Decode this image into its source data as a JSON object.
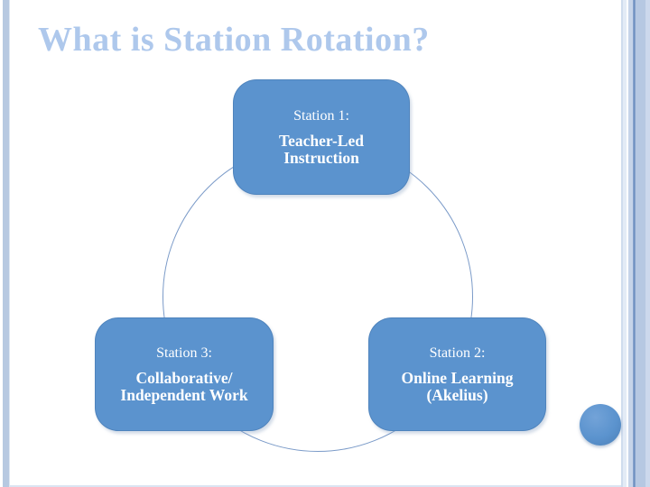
{
  "slide": {
    "title": "What is Station Rotation?"
  },
  "theme": {
    "title_color": "#aec8ec",
    "box_fill": "#5b93ce",
    "box_text_color": "#ffffff",
    "ring_stroke_color": "#7a9ac8",
    "left_bar_color": "#b7c9e1",
    "right_band_base_color": "#b6c8e2",
    "accent_circle_color": "#5b93ce"
  },
  "diagram": {
    "type": "cycle",
    "connector": "circle",
    "stations": [
      {
        "label": "Station 1:",
        "title": "Teacher-Led Instruction",
        "position": "top"
      },
      {
        "label": "Station 2:",
        "title": "Online Learning (Akelius)",
        "position": "bottom-right"
      },
      {
        "label": "Station 3:",
        "title": "Collaborative/ Independent Work",
        "position": "bottom-left"
      }
    ]
  }
}
